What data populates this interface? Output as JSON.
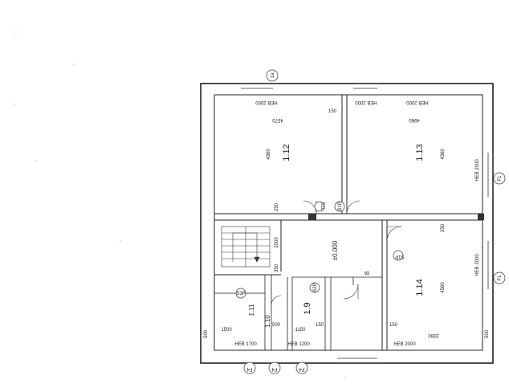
{
  "rooms": {
    "r112": "1.12",
    "r113": "1.13",
    "r114": "1.14",
    "r19": "1.9",
    "r111": "1.11",
    "r110": "1.10"
  },
  "level_mark": "±0.000",
  "stair_number": "8",
  "dims": {
    "top_left_width": "4570",
    "top_right_width": "4960",
    "top_left_height": "4360",
    "top_right_height": "4360",
    "bottom_right_height": "4560",
    "bottom_right_width": "3380",
    "top_wall_150": "150",
    "wall_250_a": "250",
    "wall_250_b": "250",
    "stair_2000": "2000",
    "corr_500": "500",
    "left_1500": "1500",
    "mid_1150": "1150",
    "mid_150_a": "150",
    "mid_150_b": "150",
    "left_500": "500",
    "right_500": "500",
    "stair_350": "350"
  },
  "beams": {
    "heb_top_a": "HEB 2000",
    "heb_top_b": "HEB 2000",
    "heb_top_c": "HEB 2000",
    "heb_right_a": "HEB 2000",
    "heb_right_b": "HEB 2000",
    "heb_bottom_a": "HEB 1700",
    "heb_bottom_b": "HEB 1200",
    "heb_bottom_c": "HEB 2000"
  },
  "doors": {
    "s1l": "S1L",
    "s1p_a": "S1P",
    "s1p_b": "S1P",
    "s2p": "S2P",
    "s3p": "S3P"
  },
  "windows": {
    "f1_a": "F1",
    "f1_b": "F1",
    "f4_a": "F4",
    "f4_b": "F4",
    "f4_c": "F4"
  },
  "axis_mark": "1a"
}
